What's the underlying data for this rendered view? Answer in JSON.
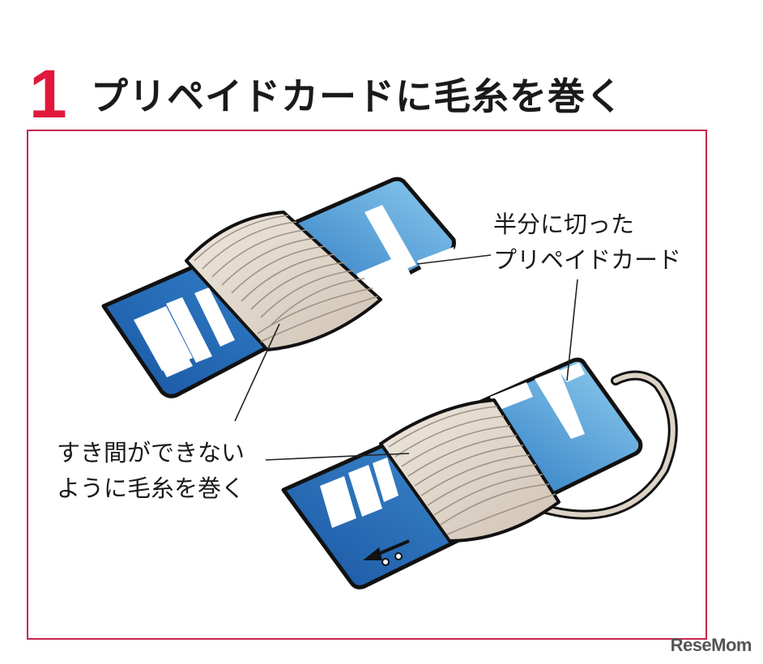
{
  "step": {
    "number": "1",
    "title": "プリペイドカードに毛糸を巻く"
  },
  "callouts": {
    "card_line1": "半分に切った",
    "card_line2": "プリペイドカード",
    "gap_line1": "すき間ができない",
    "gap_line2": "ように毛糸を巻く"
  },
  "logo": "ReseMom",
  "colors": {
    "accent_red": "#e0183c",
    "frame_border": "#c8264f",
    "card_blue_dark": "#1f5fae",
    "card_blue_light": "#7fc4ec",
    "yarn_beige": "#e2d8cc",
    "card_outline": "#111111"
  },
  "icons": [
    "arrow-left-icon"
  ]
}
